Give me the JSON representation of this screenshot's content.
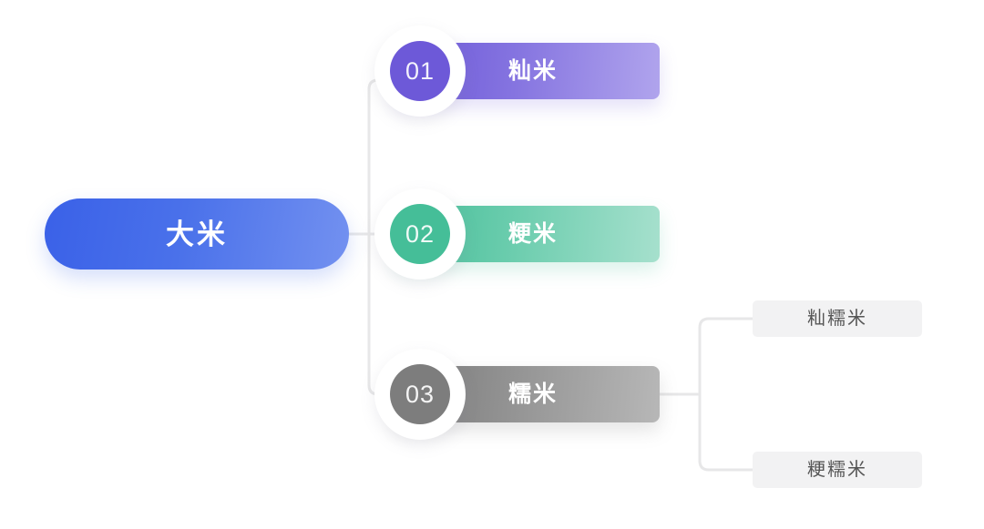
{
  "diagram": {
    "type": "tree-mindmap",
    "orientation": "left-to-right",
    "background": "#ffffff",
    "connector_color": "#e7e7e8"
  },
  "root": {
    "label": "大米",
    "color_start": "#3a61e8",
    "color_end": "#7391f0",
    "shape": "pill"
  },
  "branches": [
    {
      "number": "01",
      "label": "籼米",
      "color_start": "#6a55d8",
      "color_end": "#b0a4ed",
      "badge_color": "#6d59d8"
    },
    {
      "number": "02",
      "label": "粳米",
      "color_start": "#43bd97",
      "color_end": "#a6e0cd",
      "badge_color": "#45be98"
    },
    {
      "number": "03",
      "label": "糯米",
      "color_start": "#797979",
      "color_end": "#b7b7b7",
      "badge_color": "#7d7d7d"
    }
  ],
  "leaves": [
    {
      "label": "籼糯米",
      "parent": "03",
      "background": "#f2f2f3",
      "text_color": "#565656"
    },
    {
      "label": "粳糯米",
      "parent": "03",
      "background": "#f2f2f3",
      "text_color": "#565656"
    }
  ]
}
